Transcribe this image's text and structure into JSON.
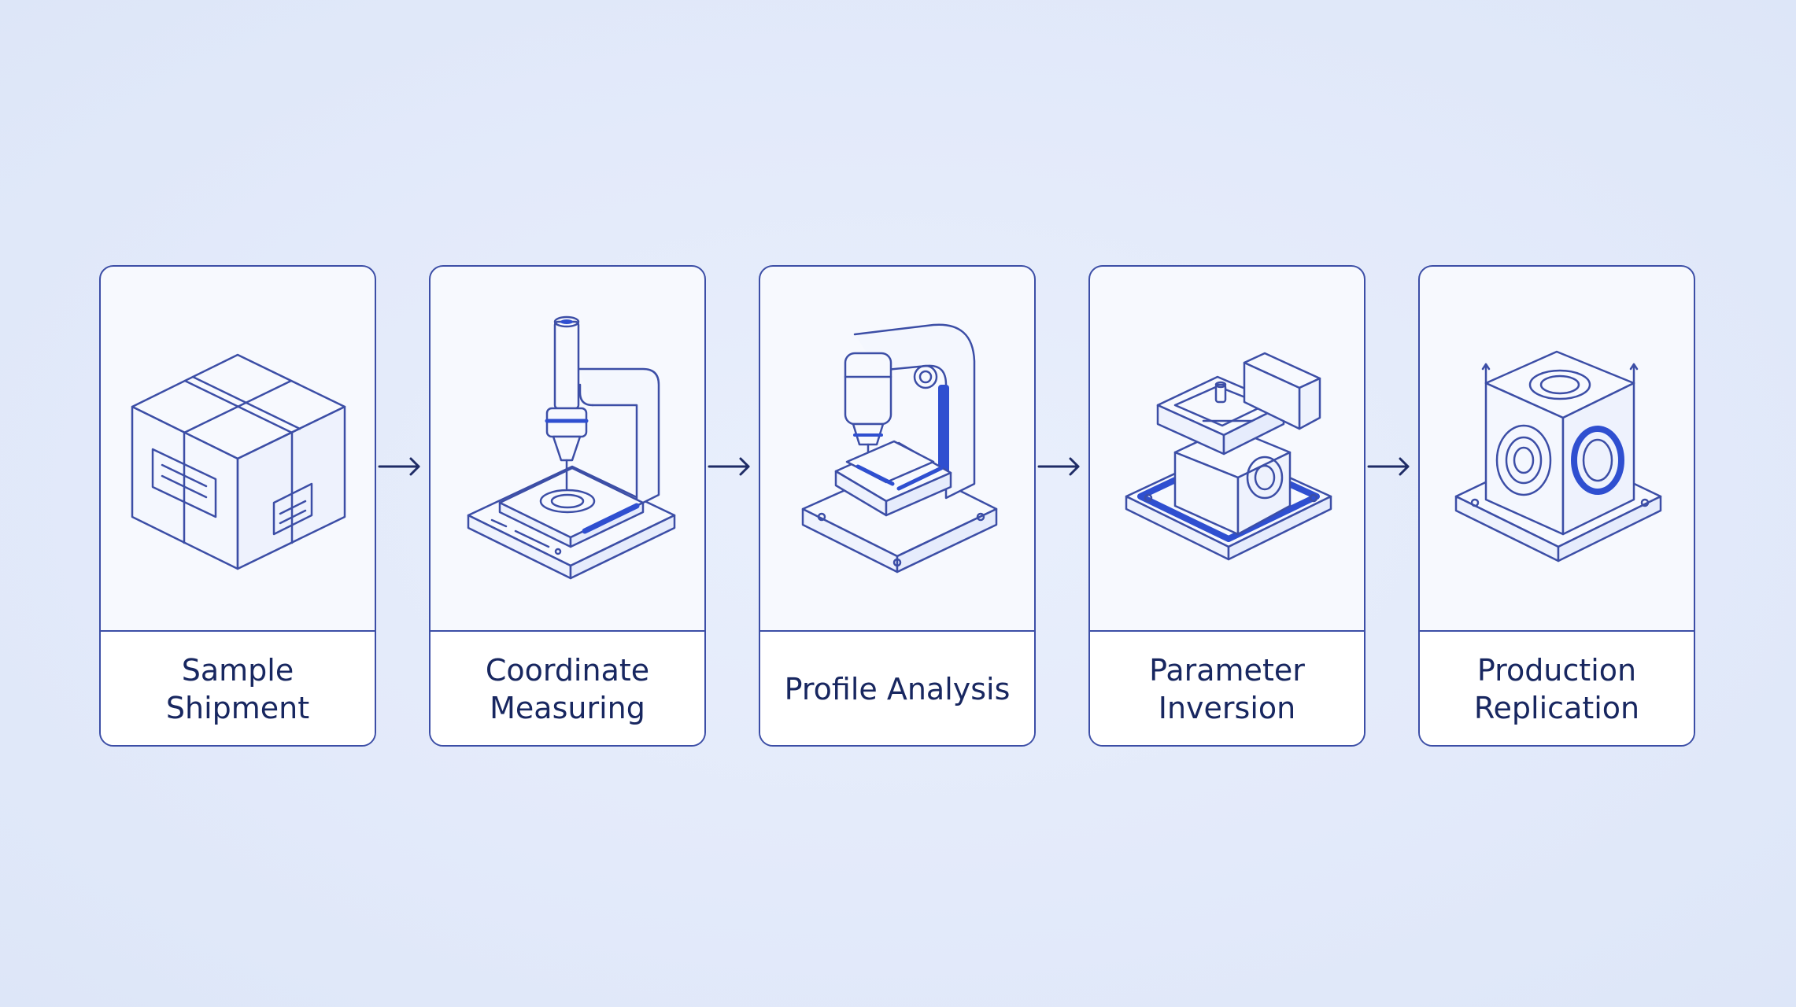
{
  "steps": [
    {
      "label": "Sample Shipment",
      "icon": "package-box-icon"
    },
    {
      "label": "Coordinate Measuring",
      "icon": "coordinate-measuring-machine-icon"
    },
    {
      "label": "Profile Analysis",
      "icon": "profile-analyzer-machine-icon"
    },
    {
      "label": "Parameter Inversion",
      "icon": "mold-block-icon"
    },
    {
      "label": "Production Replication",
      "icon": "machined-part-icon"
    }
  ],
  "colors": {
    "background": "#e4ebfa",
    "line": "#3c4ea6",
    "accent": "#2f4fd0",
    "text": "#182760",
    "card": "#f7f9fe"
  }
}
